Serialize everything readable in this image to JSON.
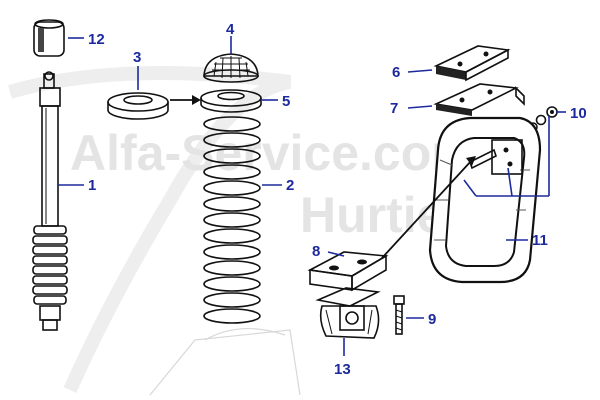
{
  "watermark": {
    "line1": "Alfa-Service.com",
    "line2": "Hurtienne"
  },
  "callouts": {
    "c1": "1",
    "c2": "2",
    "c3": "3",
    "c4": "4",
    "c5": "5",
    "c6": "6",
    "c7": "7",
    "c8": "8",
    "c9": "9",
    "c10": "10",
    "c11": "11",
    "c12": "12",
    "c13": "13"
  },
  "colors": {
    "callout": "#1d2a9e",
    "watermark": "#e4e4e4",
    "ink": "#111111"
  }
}
